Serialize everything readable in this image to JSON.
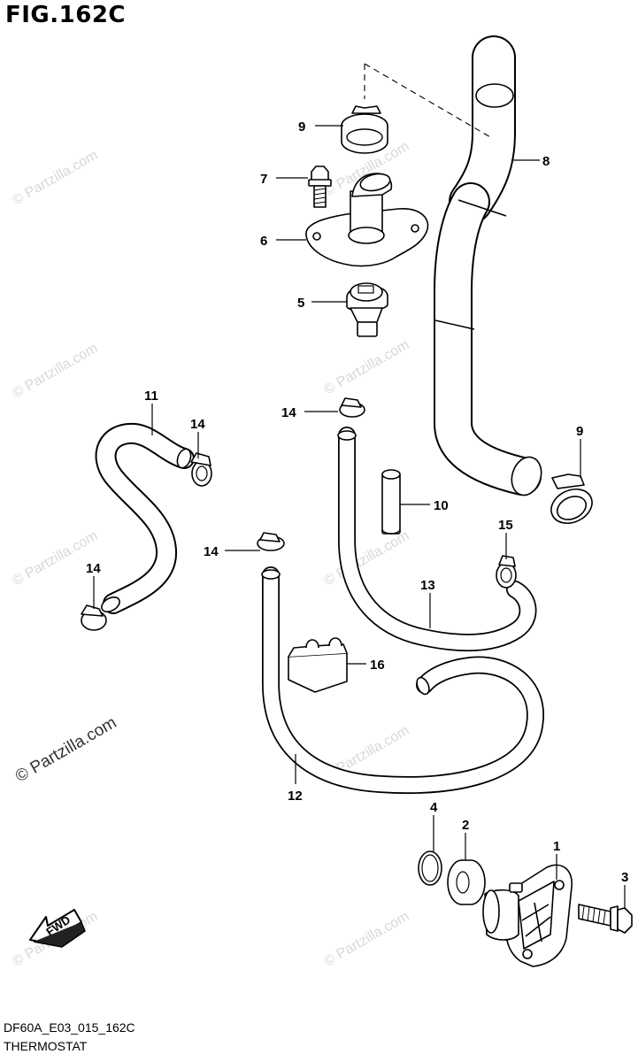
{
  "figure": {
    "title": "FIG.162C",
    "code": "DF60A_E03_015_162C",
    "subtitle": "THERMOSTAT"
  },
  "watermark": {
    "text": "© Partzilla.com"
  },
  "fwd_label": "FWD",
  "callouts": {
    "c1": "1",
    "c2": "2",
    "c3": "3",
    "c4": "4",
    "c5": "5",
    "c6": "6",
    "c7": "7",
    "c8": "8",
    "c9a": "9",
    "c9b": "9",
    "c10": "10",
    "c11": "11",
    "c12": "12",
    "c13": "13",
    "c14a": "14",
    "c14b": "14",
    "c14c": "14",
    "c14d": "14",
    "c15": "15",
    "c16": "16"
  },
  "colors": {
    "line": "#000000",
    "background": "#ffffff",
    "watermark": "#d8d8d8"
  }
}
